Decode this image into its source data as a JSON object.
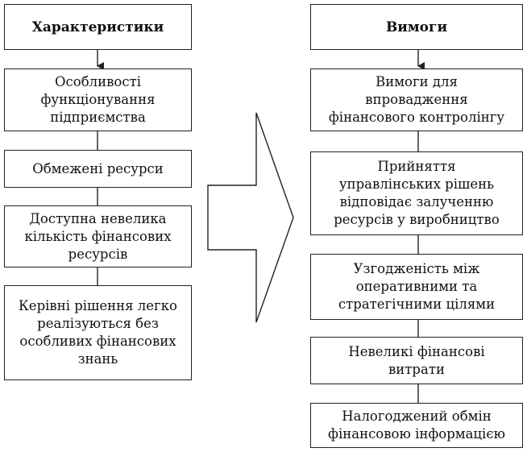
{
  "left_column": {
    "header": "Характеристики",
    "items": [
      "Особливості\nфункціонування\nпідприємства",
      "Обмежені ресурси",
      "Доступна невелика\nкількість фінансових\nресурсів",
      "Керівні рішення легко\nреалізуються без\nособливих фінансових\nзнань"
    ]
  },
  "right_column": {
    "header": "Вимоги",
    "items": [
      "Вимоги для\nвпровадження\nфінансового контролінгу",
      "Прийняття\nуправлінських рішень\nвідповідає залученню\nресурсів у виробництво",
      "Узгодженість між\nоперативними та\nстратегічними цілями",
      "Невеликі фінансові\nвитрати",
      "Налогоджений обмін\nфінансовою інформацією"
    ]
  }
}
